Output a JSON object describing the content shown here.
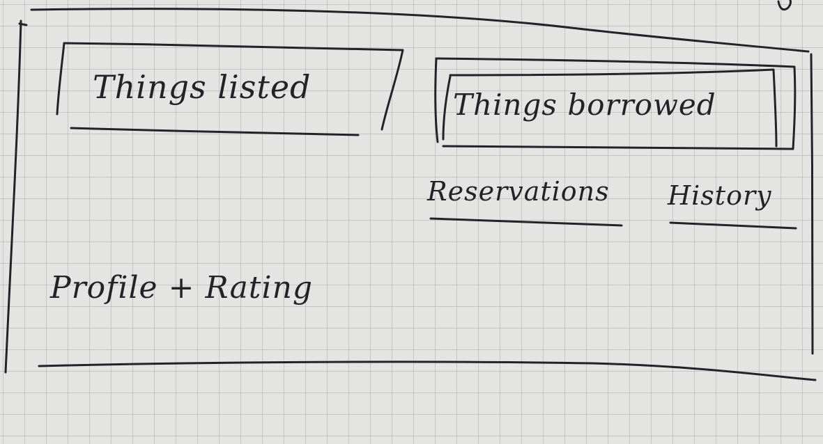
{
  "tabs": {
    "things_listed": "Things listed",
    "things_borrowed": "Things borrowed"
  },
  "subtabs": {
    "reservations": "Reservations",
    "history": "History"
  },
  "profile": {
    "label": "Profile + Rating"
  }
}
